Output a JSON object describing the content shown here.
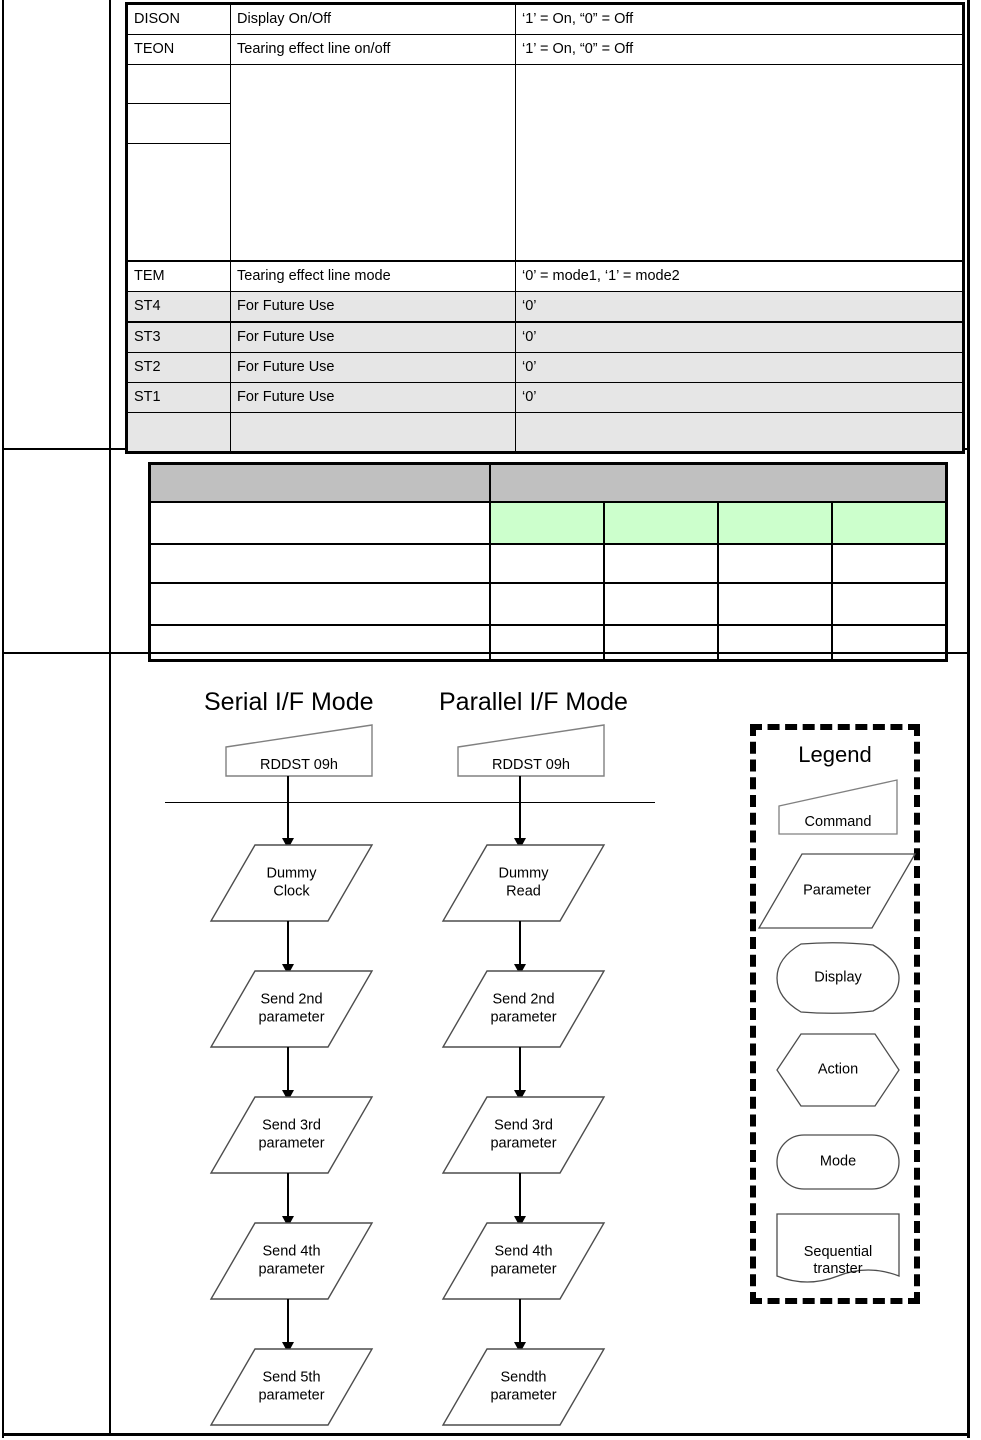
{
  "register_table": {
    "columns": [
      "bit_name",
      "description",
      "values"
    ],
    "rows": [
      {
        "bit": "DISON",
        "desc": "Display On/Off",
        "val": "‘1’ = On, “0” = Off",
        "shaded": false,
        "height": "normal"
      },
      {
        "bit": "TEON",
        "desc": "Tearing effect line on/off",
        "val": "‘1’ = On, “0” = Off",
        "shaded": false,
        "height": "normal"
      },
      {
        "bit": "",
        "desc": "",
        "val": "",
        "shaded": false,
        "height": "tall-a"
      },
      {
        "bit": "",
        "desc": "",
        "val": "",
        "shaded": false,
        "height": "tall-b"
      },
      {
        "bit": "",
        "desc": "",
        "val": "",
        "shaded": false,
        "height": "tall-c"
      },
      {
        "bit": "TEM",
        "desc": "Tearing effect line mode",
        "val": "‘0’ = mode1, ‘1’ = mode2",
        "shaded": false,
        "height": "normal"
      },
      {
        "bit": "ST4",
        "desc": "For Future Use",
        "val": "‘0’",
        "shaded": true,
        "height": "normal"
      },
      {
        "bit": "ST3",
        "desc": "For Future Use",
        "val": "‘0’",
        "shaded": true,
        "height": "normal"
      },
      {
        "bit": "ST2",
        "desc": "For Future Use",
        "val": "‘0’",
        "shaded": true,
        "height": "normal"
      },
      {
        "bit": "ST1",
        "desc": "For Future Use",
        "val": "‘0’",
        "shaded": true,
        "height": "normal"
      },
      {
        "bit": "",
        "desc": "",
        "val": "",
        "shaded": true,
        "height": "normal"
      }
    ]
  },
  "grid_table": {
    "header": [
      "",
      ""
    ],
    "rows": [
      {
        "cells": [
          "",
          "",
          "",
          "",
          ""
        ],
        "highlight": true
      },
      {
        "cells": [
          "",
          "",
          "",
          "",
          ""
        ],
        "highlight": false
      },
      {
        "cells": [
          "",
          "",
          "",
          "",
          ""
        ],
        "highlight": false
      },
      {
        "cells": [
          "",
          "",
          "",
          "",
          ""
        ],
        "highlight": false
      }
    ],
    "colors": {
      "header_fill": "#c0c0c0",
      "highlight_fill": "#ccffcc"
    }
  },
  "flowchart": {
    "columns": [
      {
        "title": "Serial I/F Mode",
        "nodes": [
          {
            "type": "command",
            "label": "RDDST 09h"
          },
          {
            "type": "parameter",
            "label": "Dummy\nClock"
          },
          {
            "type": "parameter",
            "label": "Send 2nd\nparameter"
          },
          {
            "type": "parameter",
            "label": "Send 3rd\nparameter"
          },
          {
            "type": "parameter",
            "label": "Send 4th\nparameter"
          },
          {
            "type": "parameter",
            "label": "Send 5th\nparameter"
          }
        ]
      },
      {
        "title": "Parallel I/F Mode",
        "nodes": [
          {
            "type": "command",
            "label": "RDDST 09h"
          },
          {
            "type": "parameter",
            "label": "Dummy\nRead"
          },
          {
            "type": "parameter",
            "label": "Send 2nd\nparameter"
          },
          {
            "type": "parameter",
            "label": "Send 3rd\nparameter"
          },
          {
            "type": "parameter",
            "label": "Send 4th\nparameter"
          },
          {
            "type": "parameter",
            "label": "Sendth\nparameter"
          }
        ]
      }
    ]
  },
  "legend": {
    "title": "Legend",
    "items": [
      {
        "shape": "command",
        "label": "Command"
      },
      {
        "shape": "parameter",
        "label": "Parameter"
      },
      {
        "shape": "display",
        "label": "Display"
      },
      {
        "shape": "action",
        "label": "Action"
      },
      {
        "shape": "mode",
        "label": "Mode"
      },
      {
        "shape": "sequential",
        "label": "Sequential\ntranster"
      }
    ]
  }
}
